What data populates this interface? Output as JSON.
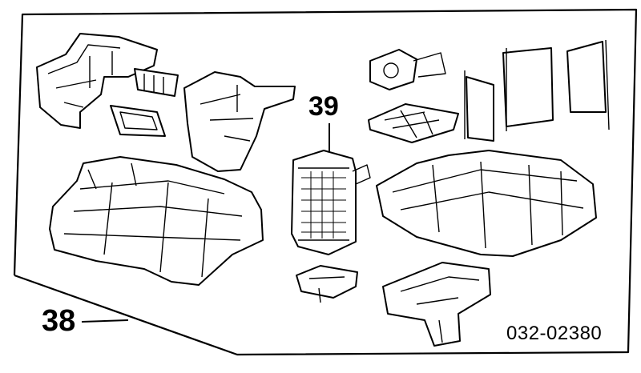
{
  "callouts": {
    "assembly": "38",
    "heater_core": "39"
  },
  "diagram_code": "032-02380"
}
